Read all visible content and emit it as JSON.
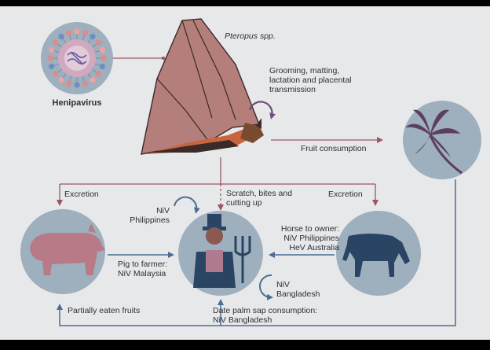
{
  "virus_label": "Henipavirus",
  "bat_label": "Pteropus spp.",
  "grooming_label": [
    "Grooming, matting,",
    "lactation and placental",
    "transmission"
  ],
  "fruit_consumption": "Fruit consumption",
  "excretion_left": "Excretion",
  "excretion_right": "Excretion",
  "scratch_label": [
    "Scratch, bites and",
    "cutting up"
  ],
  "niv_philippines": [
    "NiV",
    "Philippines"
  ],
  "horse_to_owner": [
    "Horse to owner:",
    "NiV Philippines",
    "HeV Australia"
  ],
  "pig_to_farmer": [
    "Pig to farmer:",
    "NiV Malaysia"
  ],
  "niv_bangladesh": [
    "NiV",
    "Bangladesh"
  ],
  "partially_eaten": "Partially eaten fruits",
  "date_palm": [
    "Date palm sap consumption:",
    "NiV Bangladesh"
  ],
  "colors": {
    "background": "#e7e8ea",
    "circle_fill": "#9eafbe",
    "arrow_maroon": "#9a5566",
    "arrow_blue": "#4a6e93",
    "arrow_purple": "#6c4d78"
  }
}
